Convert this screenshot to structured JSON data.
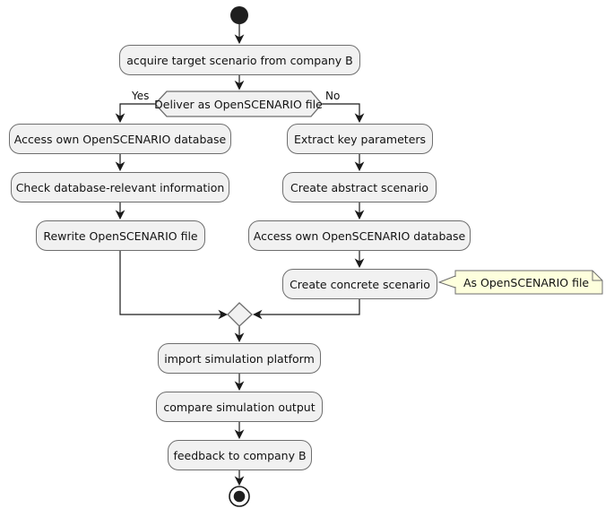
{
  "diagram": {
    "type": "activity-flowchart",
    "nodes": {
      "acquire": "acquire target scenario from company B",
      "decision": "Deliver as OpenSCENARIO file",
      "yes_label": "Yes",
      "no_label": "No",
      "yes_branch": [
        "Access own OpenSCENARIO database",
        "Check database-relevant information",
        "Rewrite OpenSCENARIO file"
      ],
      "no_branch": [
        "Extract key parameters",
        "Create abstract scenario",
        "Access own OpenSCENARIO database",
        "Create concrete scenario"
      ],
      "note": "As OpenSCENARIO file",
      "after_merge": [
        "import simulation platform",
        "compare simulation output",
        "feedback to company B"
      ]
    },
    "colors": {
      "background": "#FFFFFF",
      "activity_fill": "#F1F1F1",
      "shape_border": "#6E6E6E",
      "arrow_line": "#1A1A1A",
      "note_fill": "#FEFFDD",
      "start_end_fill": "#1F1F1F"
    }
  }
}
